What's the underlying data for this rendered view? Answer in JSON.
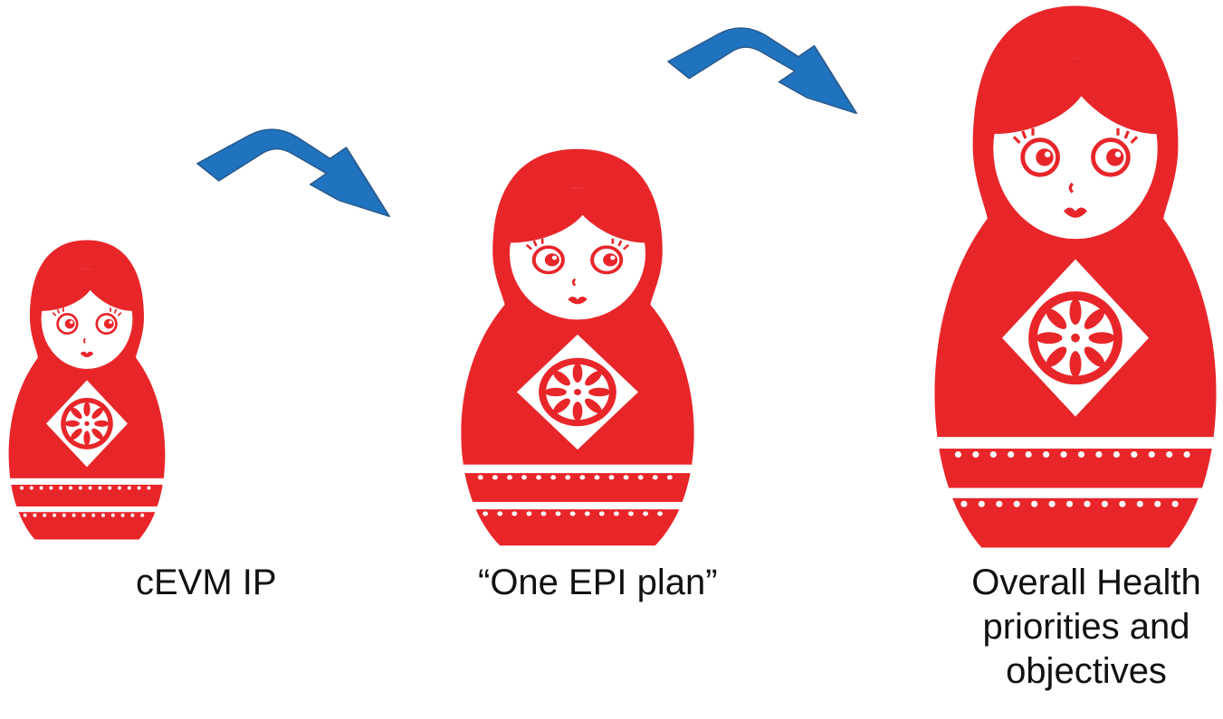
{
  "captions": {
    "small": "cEVM IP",
    "medium": "“One EPI plan”",
    "large": "Overall Health\npriorities and\nobjectives"
  },
  "colors": {
    "doll_red": "#e8262a",
    "doll_white": "#ffffff",
    "arrow_fill": "#1f73bf",
    "arrow_stroke": "#2a5a8c",
    "text": "#111111"
  },
  "icons": {
    "doll": "matryoshka-doll-icon",
    "arrow": "curved-arrow-right-icon"
  }
}
